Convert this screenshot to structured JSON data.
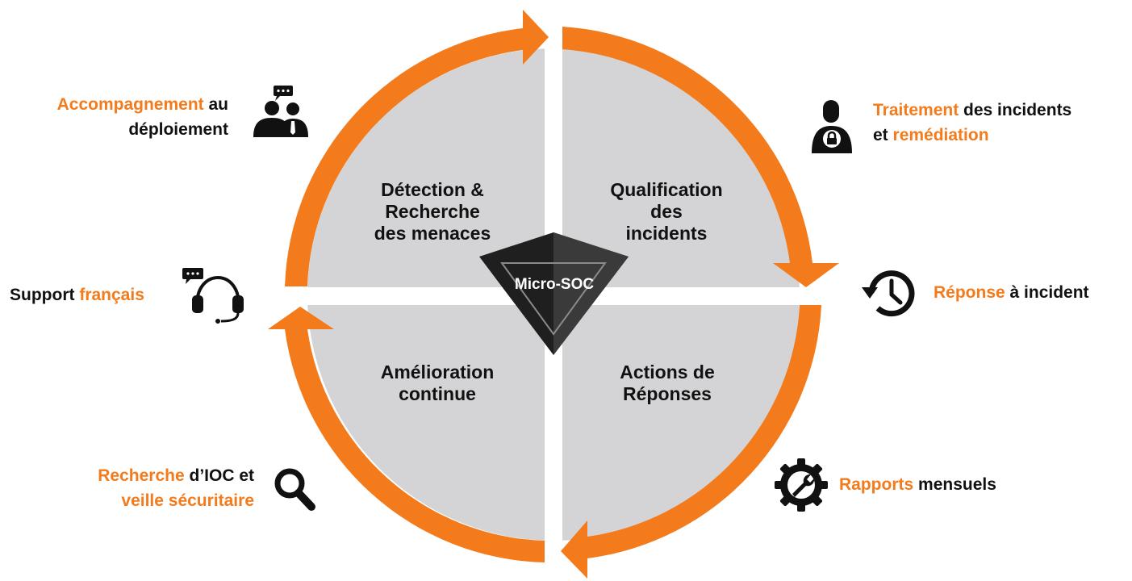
{
  "colors": {
    "accent": "#f47b1b",
    "quadrant_fill": "#d4d4d6",
    "text": "#111111",
    "center_dark": "#2a2a2a"
  },
  "center": {
    "label": "Micro-SOC"
  },
  "quadrants": {
    "top_left": {
      "lines": [
        "Détection &",
        "Recherche",
        "des menaces"
      ]
    },
    "top_right": {
      "lines": [
        "Qualification",
        "des",
        "incidents"
      ]
    },
    "bottom_left": {
      "lines": [
        "Amélioration",
        "continue"
      ]
    },
    "bottom_right": {
      "lines": [
        "Actions de",
        "Réponses"
      ]
    }
  },
  "services": {
    "accompagnement": {
      "icon": "people-chat-icon",
      "line1": [
        {
          "text": "Accompagnement",
          "hl": true
        },
        {
          "text": " au",
          "hl": false
        }
      ],
      "line2": [
        {
          "text": "déploiement",
          "hl": false
        }
      ]
    },
    "support": {
      "icon": "headset-chat-icon",
      "line1": [
        {
          "text": "Support ",
          "hl": false
        },
        {
          "text": "français",
          "hl": true
        }
      ]
    },
    "recherche": {
      "icon": "magnifier-icon",
      "line1": [
        {
          "text": "Recherche",
          "hl": true
        },
        {
          "text": " d’IOC et",
          "hl": false
        }
      ],
      "line2": [
        {
          "text": "veille sécuritaire",
          "hl": true
        }
      ]
    },
    "traitement": {
      "icon": "user-lock-icon",
      "line1": [
        {
          "text": "Traitement",
          "hl": true
        },
        {
          "text": " des incidents",
          "hl": false
        }
      ],
      "line2": [
        {
          "text": "et ",
          "hl": false
        },
        {
          "text": "remédiation",
          "hl": true
        }
      ]
    },
    "reponse": {
      "icon": "history-clock-icon",
      "line1": [
        {
          "text": "Réponse",
          "hl": true
        },
        {
          "text": " à incident",
          "hl": false
        }
      ]
    },
    "rapports": {
      "icon": "gear-wrench-icon",
      "line1": [
        {
          "text": "Rapports",
          "hl": true
        },
        {
          "text": " mensuels",
          "hl": false
        }
      ]
    }
  }
}
